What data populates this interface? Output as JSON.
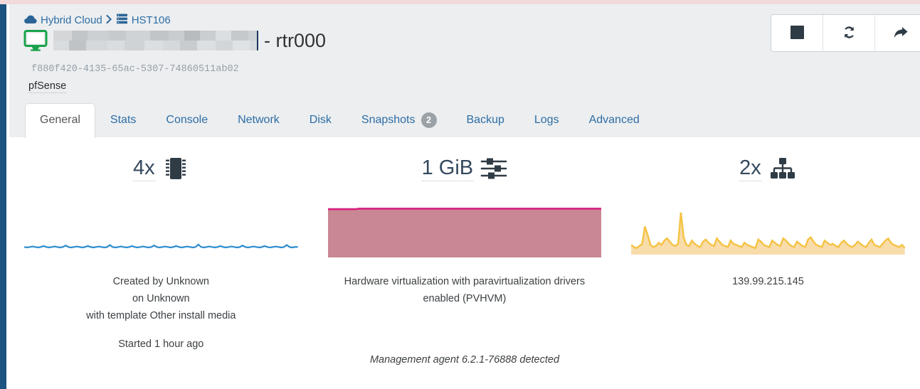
{
  "theme": {
    "top_strip": "#f2d9dc",
    "rail": "#1b5480",
    "header_bg": "#eceef0",
    "link": "#2e6da4",
    "cpu_line": "#2b8cce",
    "mem_line": "#d6217f",
    "mem_fill": "#c98693",
    "net_line": "#f5c242",
    "net_fill": "#f8dcaa",
    "badge_bg": "#9aa2a8"
  },
  "breadcrumb": {
    "items": [
      {
        "label": "Hybrid Cloud",
        "icon": "cloud-icon"
      },
      {
        "label": "HST106",
        "icon": "server-stack-icon"
      }
    ],
    "separator": "›"
  },
  "header": {
    "vm_icon": "desktop-monitor-icon",
    "name_redacted": true,
    "title_suffix": "- rtr000",
    "uuid": "f880f420-4135-65ac-5307-74860511ab02",
    "os_name": "pfSense"
  },
  "toolbar": {
    "buttons": [
      {
        "name": "stop-vm-button",
        "icon": "stop-square-icon",
        "label": "Stop"
      },
      {
        "name": "reboot-vm-button",
        "icon": "refresh-cycle-icon",
        "label": "Reboot"
      },
      {
        "name": "forward-button",
        "icon": "arrow-forward-icon",
        "label": "Forward"
      }
    ]
  },
  "tabs": [
    {
      "label": "General",
      "active": true,
      "badge": null
    },
    {
      "label": "Stats",
      "active": false,
      "badge": null
    },
    {
      "label": "Console",
      "active": false,
      "badge": null
    },
    {
      "label": "Network",
      "active": false,
      "badge": null
    },
    {
      "label": "Disk",
      "active": false,
      "badge": null
    },
    {
      "label": "Snapshots",
      "active": false,
      "badge": "2"
    },
    {
      "label": "Backup",
      "active": false,
      "badge": null
    },
    {
      "label": "Logs",
      "active": false,
      "badge": null
    },
    {
      "label": "Advanced",
      "active": false,
      "badge": null
    }
  ],
  "panels": {
    "cpu": {
      "value": "4x",
      "icon": "cpu-chip-icon",
      "desc_lines": [
        "Created by Unknown",
        "on Unknown",
        "with template Other install media"
      ],
      "extra_line": "Started 1 hour ago"
    },
    "memory": {
      "value": "1 GiB",
      "icon": "sliders-icon",
      "desc_lines": [
        "Hardware virtualization with paravirtualization drivers",
        "enabled (PVHVM)"
      ],
      "extra_line": ""
    },
    "network": {
      "value": "2x",
      "icon": "sitemap-icon",
      "desc_lines": [
        "139.99.215.145"
      ],
      "extra_line": ""
    }
  },
  "footer": {
    "agent_note": "Management agent 6.2.1-76888 detected"
  },
  "chart_data": [
    {
      "type": "line",
      "name": "cpu-usage-sparkline",
      "color": "#2b8cce",
      "ylim": [
        0,
        100
      ],
      "values": [
        4,
        3,
        4,
        5,
        4,
        3,
        4,
        6,
        4,
        3,
        4,
        5,
        4,
        3,
        4,
        7,
        4,
        3,
        4,
        5,
        4,
        3,
        4,
        6,
        4,
        3,
        4,
        5,
        4,
        3,
        4,
        8,
        4,
        3,
        4,
        5,
        4,
        3,
        4,
        6,
        4,
        3,
        4,
        5,
        4,
        3,
        4,
        7,
        4,
        3,
        4,
        5,
        4,
        3,
        4,
        6,
        4,
        3,
        4,
        5,
        4,
        3,
        4,
        9,
        4,
        3,
        4,
        5,
        4,
        3,
        4,
        6,
        4,
        3,
        4,
        5,
        4,
        3,
        4,
        7,
        4,
        3,
        4,
        5,
        4,
        3,
        4,
        6,
        4,
        3,
        4,
        5,
        4,
        3,
        4,
        8,
        4,
        3,
        4,
        4
      ]
    },
    {
      "type": "area",
      "name": "memory-usage-sparkline",
      "color": "#d6217f",
      "fill": "#c98693",
      "ylim": [
        0,
        100
      ],
      "values": [
        97,
        97,
        97,
        97,
        97,
        97,
        97,
        97,
        97,
        97,
        97,
        98,
        98,
        98,
        98,
        98,
        98,
        98,
        98,
        98,
        98,
        98,
        98,
        98,
        98,
        98,
        98,
        98,
        98,
        98,
        98,
        98,
        98,
        98,
        98,
        98,
        98,
        98,
        98,
        98,
        98,
        98,
        98,
        98,
        98,
        98,
        98,
        98,
        98,
        98,
        98,
        98,
        98,
        98,
        98,
        98,
        98,
        98,
        98,
        98,
        98,
        98,
        98,
        98,
        98,
        98,
        98,
        98,
        98,
        98,
        98,
        98,
        98,
        98,
        98,
        98,
        98,
        98,
        98,
        98,
        98,
        98,
        98,
        98,
        98,
        98,
        98,
        98,
        98,
        98,
        98,
        98,
        98,
        98,
        98,
        98,
        98,
        98,
        98,
        98
      ]
    },
    {
      "type": "area",
      "name": "network-throughput-sparkline",
      "color": "#f5c242",
      "fill": "#f8dcaa",
      "ylim": [
        0,
        100
      ],
      "values": [
        18,
        14,
        12,
        16,
        20,
        52,
        36,
        18,
        14,
        16,
        22,
        18,
        26,
        30,
        24,
        18,
        16,
        20,
        78,
        32,
        18,
        16,
        26,
        20,
        16,
        14,
        24,
        28,
        22,
        18,
        16,
        30,
        24,
        18,
        16,
        14,
        26,
        20,
        18,
        16,
        14,
        22,
        18,
        16,
        14,
        12,
        28,
        24,
        18,
        16,
        14,
        26,
        22,
        18,
        16,
        30,
        26,
        20,
        16,
        14,
        24,
        20,
        16,
        14,
        28,
        32,
        24,
        18,
        16,
        14,
        26,
        22,
        18,
        20,
        16,
        14,
        22,
        26,
        20,
        16,
        14,
        18,
        24,
        20,
        16,
        14,
        22,
        28,
        18,
        16,
        14,
        20,
        26,
        30,
        22,
        18,
        16,
        14,
        18,
        12
      ]
    }
  ]
}
